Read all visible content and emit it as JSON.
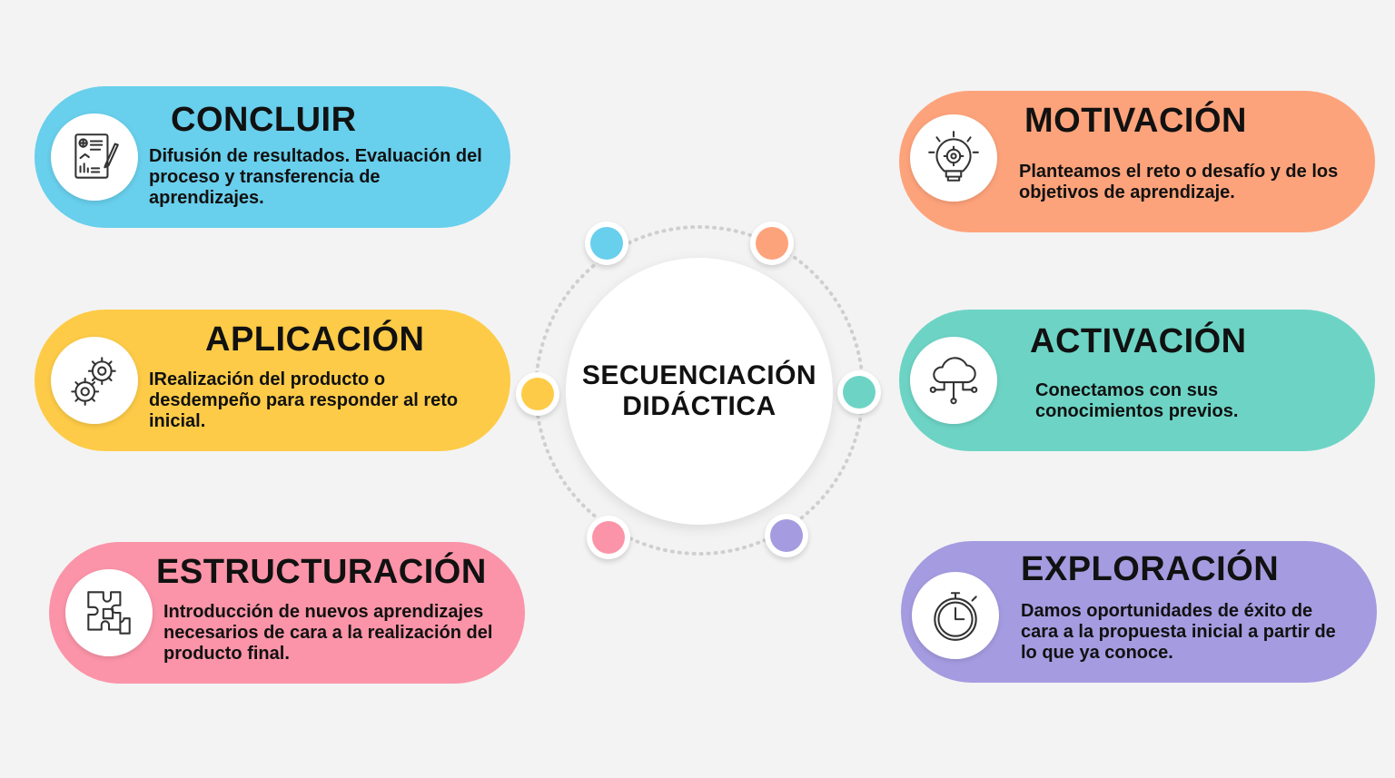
{
  "center": {
    "title": "SECUENCIACIÓN\nDIDÁCTICA"
  },
  "colors": {
    "concluir": "#68cfec",
    "aplicacion": "#fdcb47",
    "estructuracion": "#fb94a8",
    "motivacion": "#fda37b",
    "activacion": "#6dd4c5",
    "exploracion": "#a59be0",
    "ring": "#cfcfcf"
  },
  "cards": {
    "concluir": {
      "title": "CONCLUIR",
      "description": "Difusión de resultados. Evaluación del proceso y transferencia de aprendizajes.",
      "icon": "report-document-icon"
    },
    "aplicacion": {
      "title": "APLICACIÓN",
      "description": "IRealización del producto o desdempeño para responder al reto inicial.",
      "icon": "gears-icon"
    },
    "estructuracion": {
      "title": "ESTRUCTURACIÓN",
      "description": "Introducción de nuevos aprendizajes necesarios de cara a la realización del producto final.",
      "icon": "puzzle-icon"
    },
    "motivacion": {
      "title": "MOTIVACIÓN",
      "description": "Planteamos el reto o desafío y de los objetivos de aprendizaje.",
      "icon": "lightbulb-gear-icon"
    },
    "activacion": {
      "title": "ACTIVACIÓN",
      "description": "Conectamos con sus conocimientos previos.",
      "icon": "cloud-network-icon"
    },
    "exploracion": {
      "title": "EXPLORACIÓN",
      "description": "Damos oportunidades de éxito de cara a la propuesta inicial a partir de lo que ya conoce.",
      "icon": "stopwatch-icon"
    }
  }
}
